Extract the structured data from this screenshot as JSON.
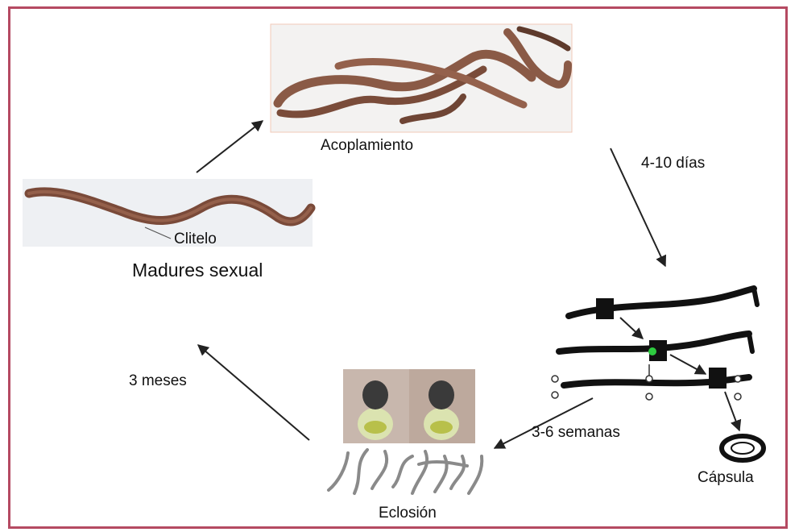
{
  "diagram": {
    "labels": {
      "mating": "Acoplamiento",
      "interval_to_cocoon": "4-10 días",
      "clitellum": "Clitelo",
      "sexual_maturity": "Madures sexual",
      "interval_to_maturity": "3 meses",
      "interval_to_hatching": "3-6 semanas",
      "cocoon": "Cápsula",
      "hatching": "Eclosión"
    }
  },
  "colors": {
    "frame": "#b54a62",
    "worm_body": "#8a5a46",
    "worm_dark": "#5e3a2c",
    "cocoon_highlight": "#2ecc40",
    "arrow": "#222222"
  },
  "icons": {
    "mating_photo": "mating-worms-photo",
    "mature_photo": "mature-worm-photo",
    "hatching_photo": "hatching-cocoons-photo"
  }
}
